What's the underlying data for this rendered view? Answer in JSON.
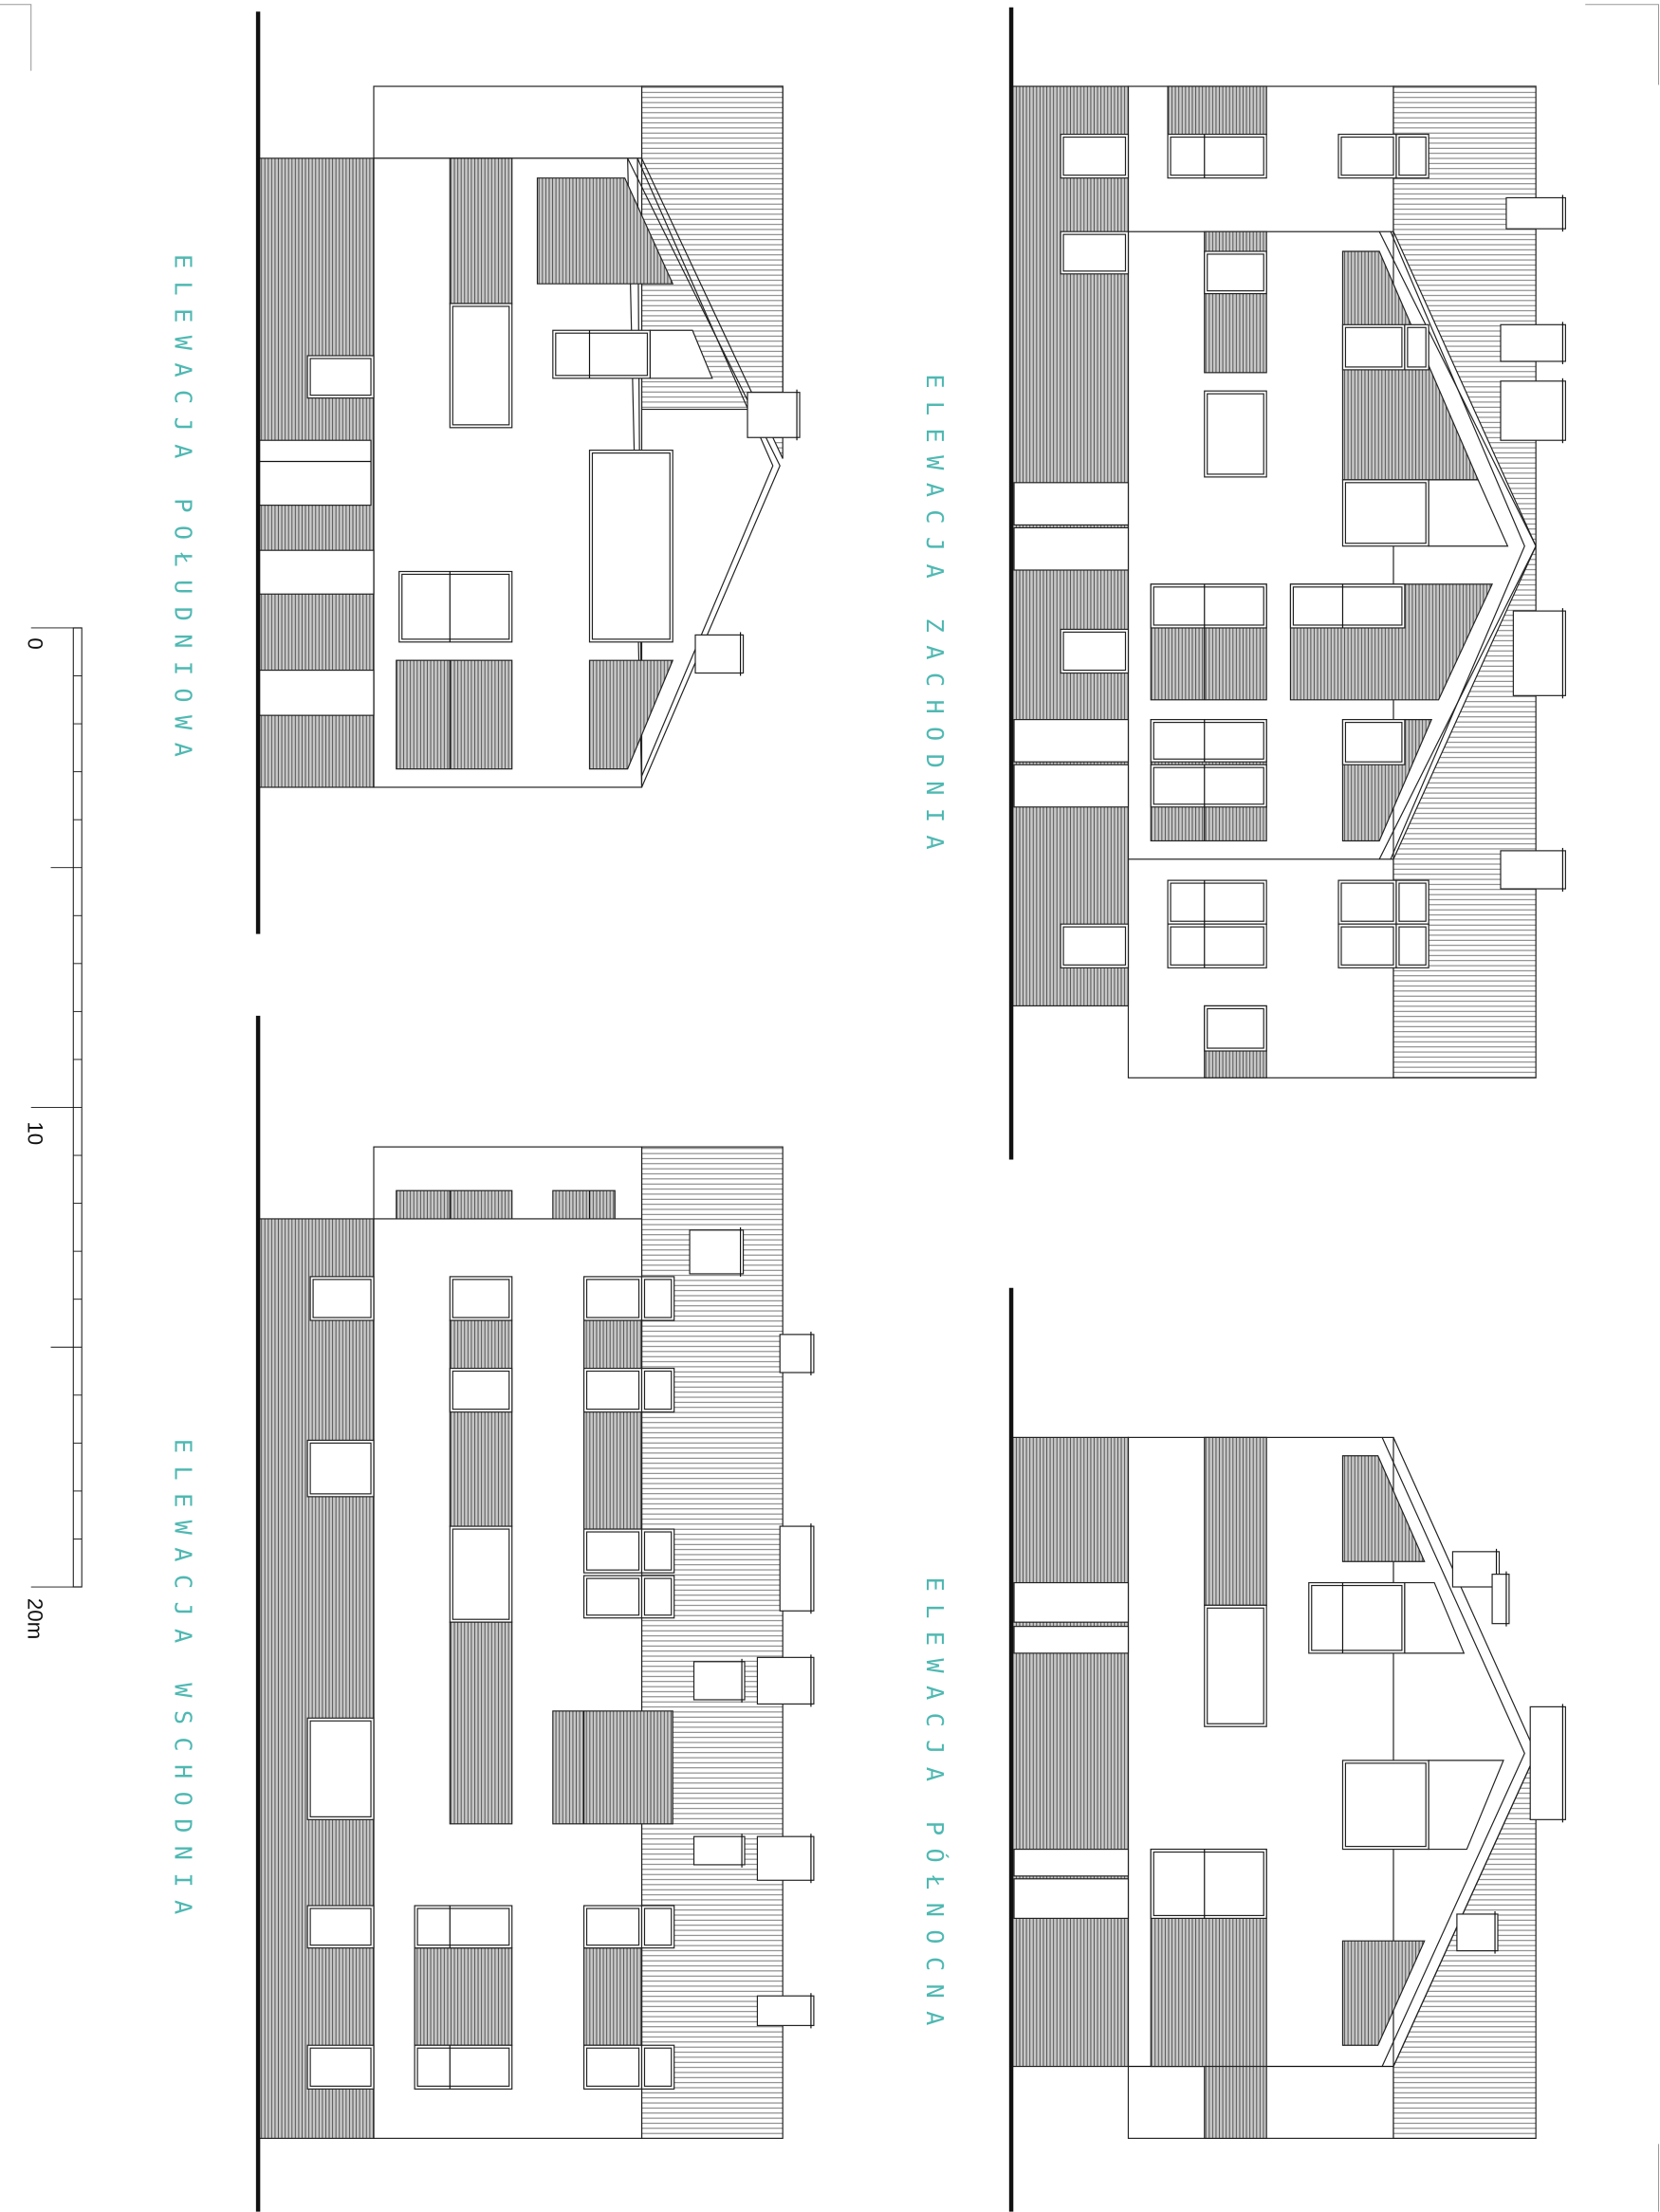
{
  "labels": {
    "south": "ELEWACJA  POŁUDNIOWA",
    "west": "ELEWACJA  ZACHODNIA",
    "east": "ELEWACJA  WSCHODNIA",
    "north": "ELEWACJA  PÓŁNOCNA"
  },
  "scale_bar": {
    "ticks": [
      "0",
      "10",
      "20m"
    ],
    "unit": "m",
    "length_m": 20
  },
  "colors": {
    "label": "#4fb8b2",
    "line": "#111111",
    "hatch": "#555555"
  }
}
